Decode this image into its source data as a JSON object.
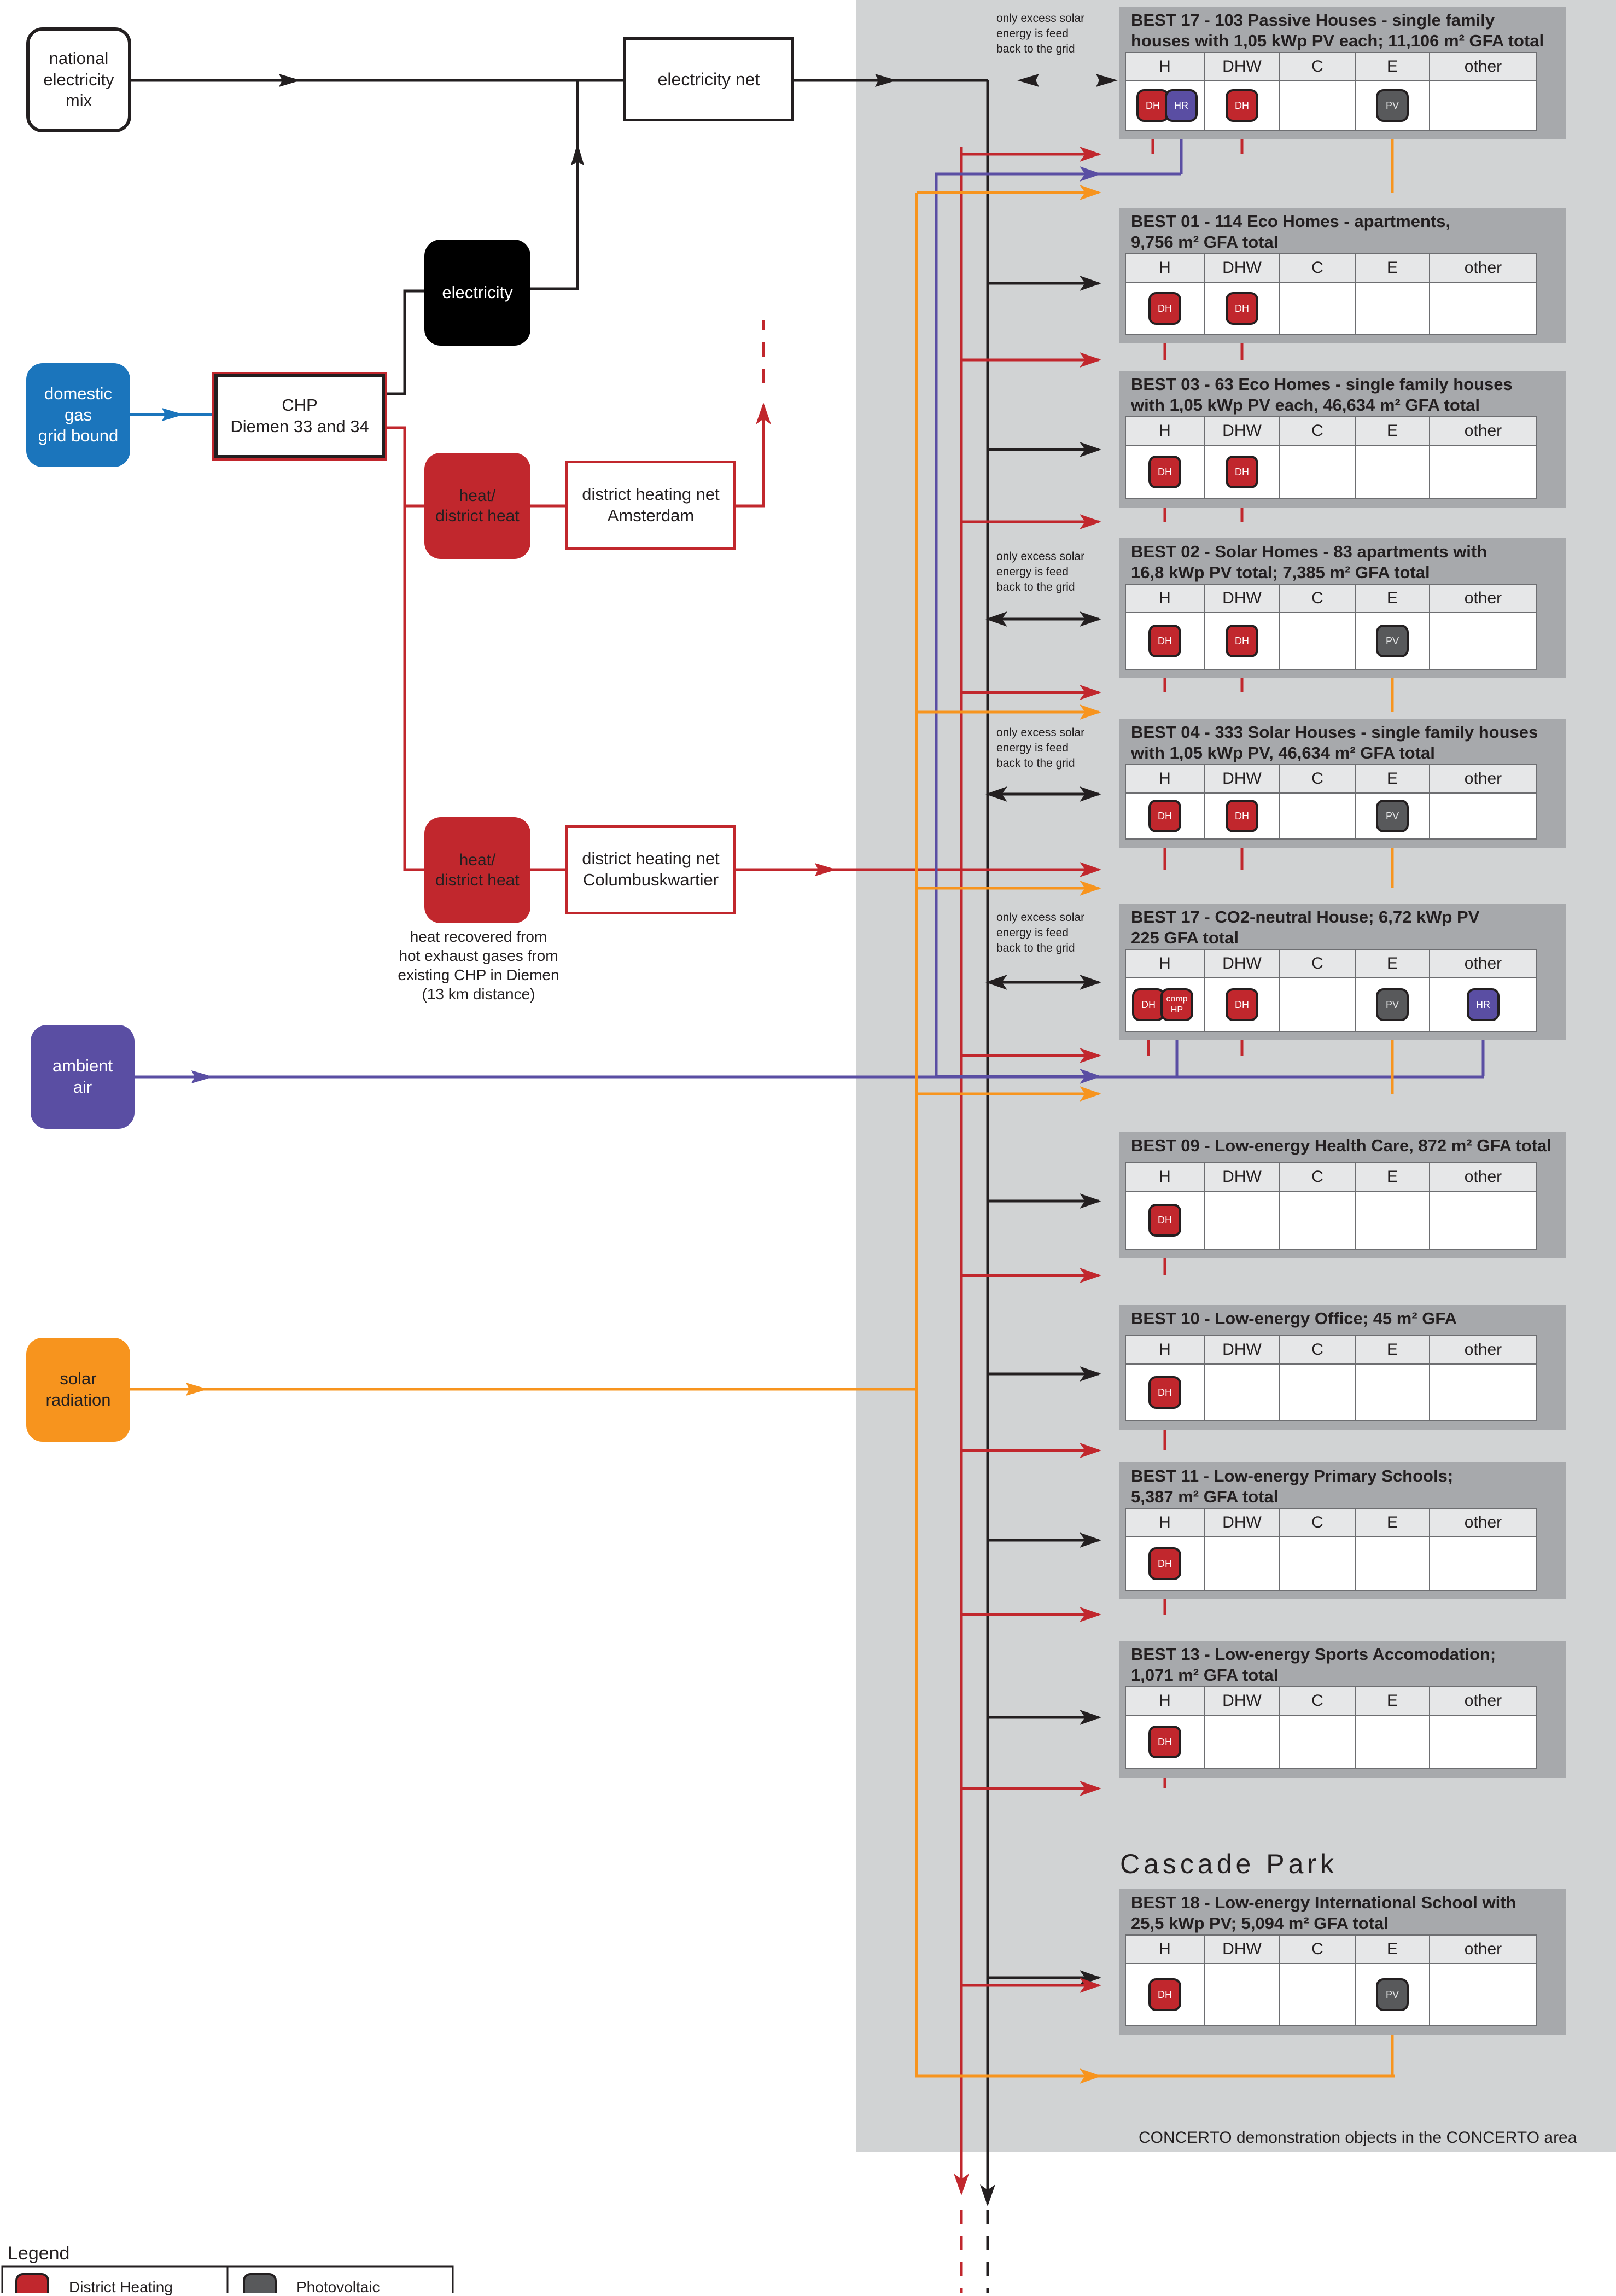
{
  "sources": {
    "national_electricity_mix": "national\nelectricity\nmix",
    "domestic_gas": "domestic\ngas\ngrid bound",
    "ambient_air": "ambient\nair",
    "solar_radiation": "solar\nradiation"
  },
  "nodes": {
    "electricity_net": "electricity net",
    "chp": "CHP\nDiemen 33 and 34",
    "electricity": "electricity",
    "heat_1": "heat/\ndistrict heat",
    "heat_2": "heat/\ndistrict heat",
    "dh_net_amsterdam": "district heating net\nAmsterdam",
    "dh_net_columbus": "district heating net\nColumbuskwartier",
    "heat_note": "heat recovered from\nhot exhaust gases from\nexisting CHP in Diemen\n(13 km distance)"
  },
  "excess_note": "only excess solar\nenergy is feed\nback to the grid",
  "table_header": [
    "H",
    "DHW",
    "C",
    "E",
    "other"
  ],
  "buildings": [
    {
      "title": [
        "BEST 17 - 103  Passive Houses - single family",
        "houses with 1,05 kWp PV each; 11,106 m² GFA total"
      ],
      "tech": [
        "DH",
        "HR",
        "DH",
        "PV"
      ]
    },
    {
      "title": [
        "BEST 01 - 114 Eco Homes - apartments,",
        "9,756 m² GFA total"
      ],
      "tech": [
        "DH",
        "DH"
      ]
    },
    {
      "title": [
        "BEST 03 - 63 Eco Homes - single family houses",
        "with 1,05 kWp PV each, 46,634 m² GFA total"
      ],
      "tech": [
        "DH",
        "DH"
      ]
    },
    {
      "title": [
        "BEST 02 - Solar Homes - 83 apartments with",
        "16,8 kWp PV total; 7,385 m² GFA total"
      ],
      "tech": [
        "DH",
        "DH",
        "PV"
      ]
    },
    {
      "title": [
        "BEST 04 - 333 Solar Houses - single family houses",
        "with 1,05 kWp PV, 46,634 m² GFA total"
      ],
      "tech": [
        "DH",
        "DH",
        "PV"
      ]
    },
    {
      "title": [
        "BEST 17 - CO2-neutral House; 6,72 kWp PV",
        "225 GFA total"
      ],
      "tech": [
        "DH",
        "comp HP",
        "DH",
        "PV",
        "HR"
      ]
    },
    {
      "title": [
        "BEST 09 - Low-energy Health Care, 872 m² GFA total"
      ],
      "tech": [
        "DH"
      ]
    },
    {
      "title": [
        "BEST 10 - Low-energy Office;  45 m² GFA"
      ],
      "tech": [
        "DH"
      ]
    },
    {
      "title": [
        "BEST 11 - Low-energy Primary Schools;",
        "5,387 m² GFA total"
      ],
      "tech": [
        "DH"
      ]
    },
    {
      "title": [
        "BEST 13 - Low-energy Sports Accomodation;",
        "1,071 m² GFA total"
      ],
      "tech": [
        "DH"
      ]
    },
    {
      "title": [
        "BEST 18 - Low-energy International School with",
        "25,5 kWp PV; 5,094 m² GFA total"
      ],
      "tech": [
        "DH",
        "PV"
      ]
    }
  ],
  "cascade_park": "Cascade Park",
  "area_caption": "CONCERTO demonstration objects in the CONCERTO area",
  "legend": {
    "title": "Legend",
    "items": [
      {
        "code": "DH",
        "label": "District Heating"
      },
      {
        "code": "PV",
        "label": "Photovoltaic"
      }
    ]
  },
  "colors": {
    "electricity": "#231f20",
    "heat": "#c1272d",
    "air": "#5a4ea3",
    "solar": "#f7941e",
    "gas": "#1b75bc",
    "panel": "#d1d3d4",
    "box": "#a7a9ac",
    "cell_header": "#e6e7e8",
    "pv_chip": "#58595b"
  }
}
